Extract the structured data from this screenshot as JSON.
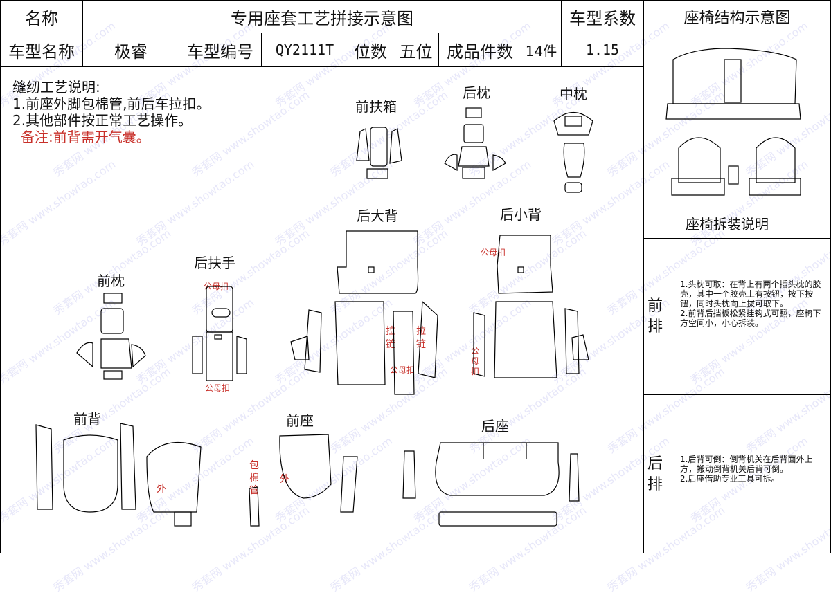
{
  "header": {
    "name_label": "名称",
    "title": "专用座套工艺拼接示意图",
    "coef_label": "车型系数",
    "structure_title": "座椅结构示意图",
    "model_name_label": "车型名称",
    "model_name": "极睿",
    "model_code_label": "车型编号",
    "model_code": "QY2111T",
    "seats_label": "位数",
    "seats_value": "五位",
    "pieces_label": "成品件数",
    "pieces_value": "14件",
    "coef_value": "1.15"
  },
  "notes": {
    "title": "缝纫工艺说明:",
    "line1": "1.前座外脚包棉管,前后车拉扣。",
    "line2": "2.其他部件按正常工艺操作。",
    "remark": "备注:前背需开气囊。"
  },
  "sections": {
    "front_armbox": "前扶箱",
    "rear_headrest": "后枕",
    "middle_headrest": "中枕",
    "rear_big_back": "后大背",
    "rear_small_back": "后小背",
    "front_headrest": "前枕",
    "rear_armrest": "后扶手",
    "front_back": "前背",
    "front_seat": "前座",
    "rear_seat": "后座"
  },
  "annotations": {
    "snap1": "公母扣",
    "snap2": "公母扣",
    "snap3": "公母扣",
    "snap4": "公母扣",
    "snap_vertical": "公母扣",
    "zipper_left": "拉链",
    "zipper_right": "拉链",
    "outer1": "外",
    "outer2": "外",
    "cotton_tube": "包棉管"
  },
  "right_panel": {
    "disassembly_title": "座椅拆装说明",
    "front_row_label": "前排",
    "front_row_text": "1.头枕可取：在背上有两个插头枕的胶壳，其中一个胶壳上有按钮，按下按钮，同时头枕向上拔可取下。\n2.前背后挡板松紧挂钩式可翻，座椅下方空间小，小心拆装。",
    "rear_row_label": "后排",
    "rear_row_text": "1.后背可倒：倒背机关在后背面外上方，搬动倒背机关后背可倒。\n2.后座借助专业工具可拆。"
  },
  "watermark": "秀套网 www.showtao.com",
  "colors": {
    "line": "#000000",
    "red": "#c8302a",
    "background": "#ffffff"
  }
}
